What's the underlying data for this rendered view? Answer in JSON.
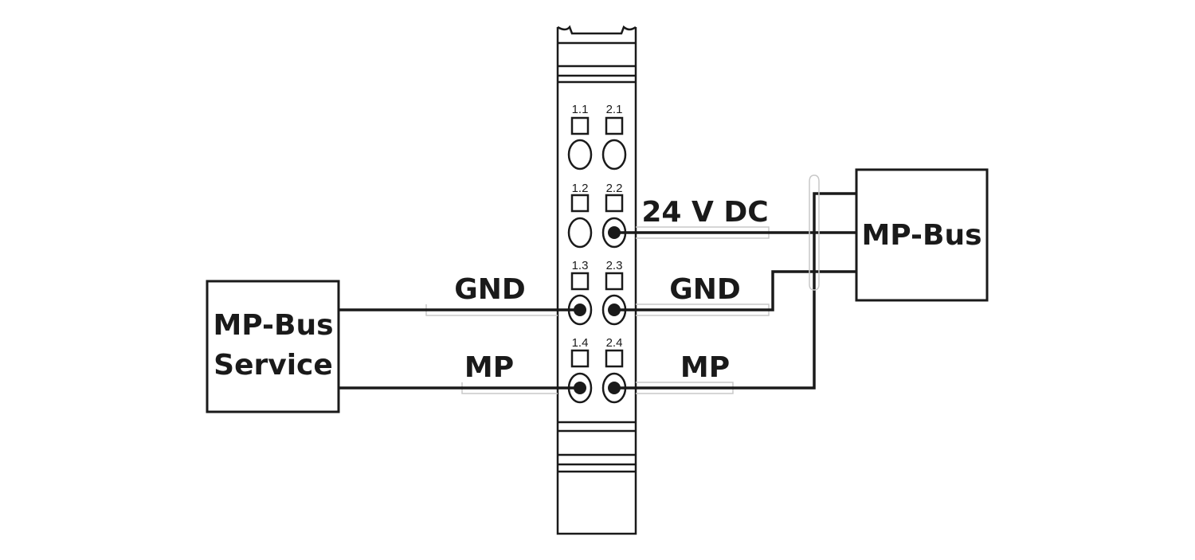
{
  "left_device": {
    "line1": "MP-Bus",
    "line2": "Service"
  },
  "right_device": {
    "label": "MP-Bus"
  },
  "wire_labels": {
    "left_gnd": "GND",
    "left_mp": "MP",
    "right_24v": "24 V DC",
    "right_gnd": "GND",
    "right_mp": "MP"
  },
  "terminals": {
    "t1_1": "1.1",
    "t2_1": "2.1",
    "t1_2": "1.2",
    "t2_2": "2.2",
    "t1_3": "1.3",
    "t2_3": "2.3",
    "t1_4": "1.4",
    "t2_4": "2.4"
  }
}
